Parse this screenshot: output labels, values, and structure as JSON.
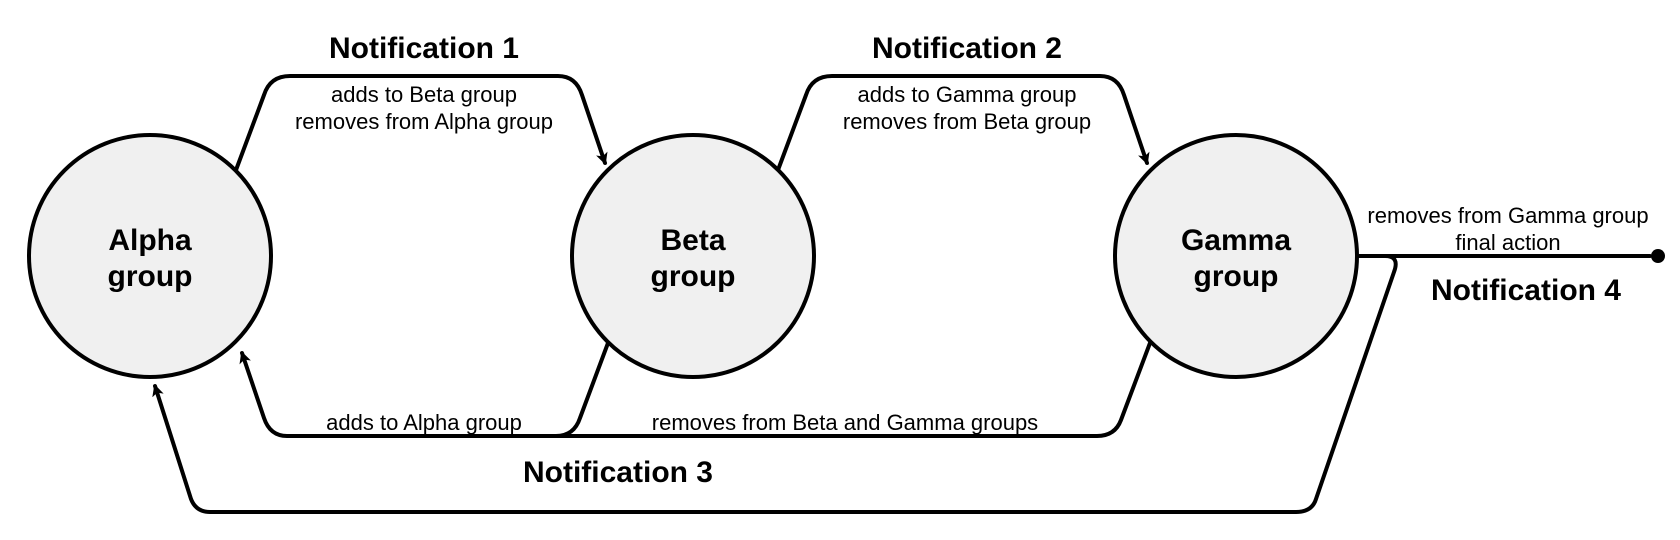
{
  "nodes": {
    "alpha": {
      "line1": "Alpha",
      "line2": "group"
    },
    "beta": {
      "line1": "Beta",
      "line2": "group"
    },
    "gamma": {
      "line1": "Gamma",
      "line2": "group"
    }
  },
  "notifications": {
    "n1": {
      "title": "Notification 1",
      "lines": [
        "adds to Beta group",
        "removes from Alpha group"
      ]
    },
    "n2": {
      "title": "Notification 2",
      "lines": [
        "adds to Gamma group",
        "removes from Beta group"
      ]
    },
    "n3": {
      "title": "Notification 3",
      "left_label": "adds to Alpha group",
      "right_label": "removes from Beta and Gamma groups"
    },
    "n4": {
      "title": "Notification 4",
      "lines": [
        "removes from Gamma group",
        "final action"
      ]
    }
  },
  "colors": {
    "node_fill": "#f0f0f0",
    "stroke": "#000000",
    "background": "#ffffff"
  }
}
